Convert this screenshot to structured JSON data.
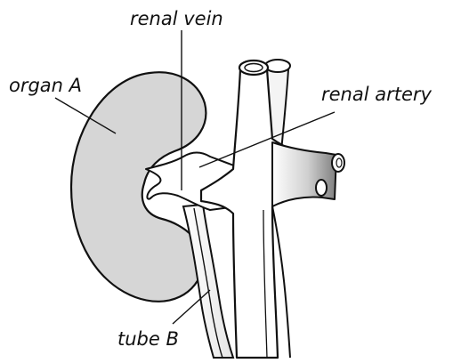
{
  "labels": {
    "renal_vein": "renal vein",
    "organ_a": "organ A",
    "renal_artery": "renal artery",
    "tube_b": "tube B"
  },
  "colors": {
    "organ_fill": "#d6d6d6",
    "outline": "#111111",
    "vessel_fill": "#ffffff",
    "shading_dark": "#8a8a8a",
    "background": "#ffffff"
  }
}
